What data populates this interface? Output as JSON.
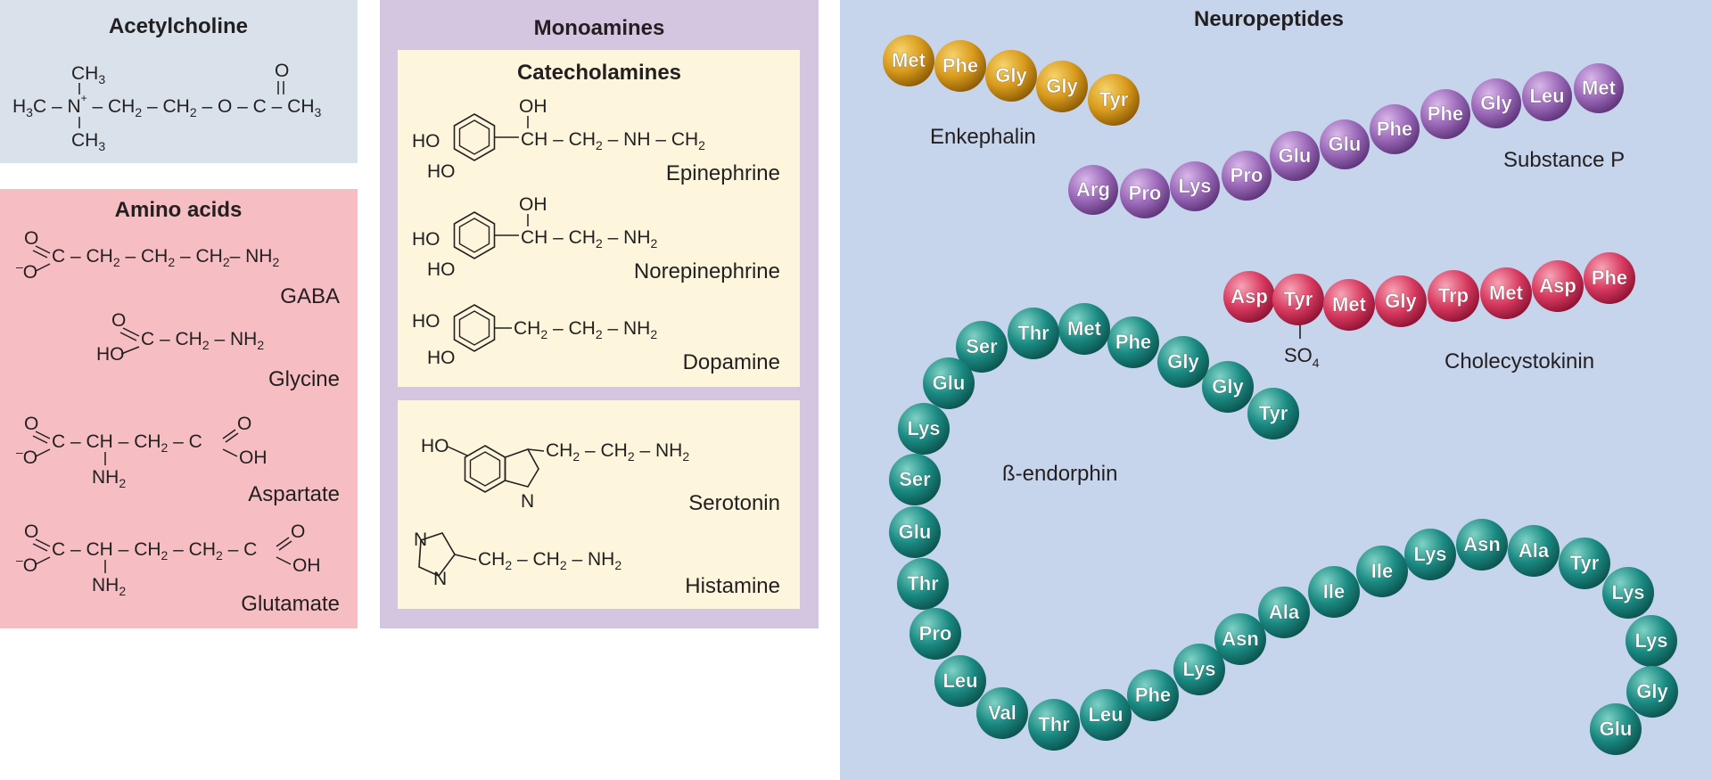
{
  "acetylcholine": {
    "title": "Acetylcholine",
    "formula_top": "CH3",
    "formula_main": "H3C–N+–CH2–CH2–O–C–CH3",
    "formula_bottom": "CH3",
    "carbonyl": "O"
  },
  "amino_acids": {
    "title": "Amino acids",
    "items": [
      {
        "name": "GABA",
        "formula": "–O–C(=O)–CH2–CH2–CH2–NH2"
      },
      {
        "name": "Glycine",
        "formula": "HO–C(=O)–CH2–NH2"
      },
      {
        "name": "Aspartate",
        "formula": "–O–C(=O)–CH(NH2)–CH2–C(=O)–OH"
      },
      {
        "name": "Glutamate",
        "formula": "–O–C(=O)–CH(NH2)–CH2–CH2–C(=O)–OH"
      }
    ]
  },
  "monoamines": {
    "title": "Monoamines",
    "catecholamines": {
      "title": "Catecholamines",
      "items": [
        {
          "name": "Epinephrine",
          "chain": "CH – CH2 – NH – CH2",
          "oh": "OH"
        },
        {
          "name": "Norepinephrine",
          "chain": "CH – CH2 – NH2",
          "oh": "OH"
        },
        {
          "name": "Dopamine",
          "chain": "CH2 – CH2 – NH2"
        }
      ],
      "ring_groups": [
        "HO",
        "HO"
      ]
    },
    "indolamines": {
      "items": [
        {
          "name": "Serotonin",
          "chain": "CH2 – CH2 – NH2",
          "group": "HO",
          "n": "N"
        },
        {
          "name": "Histamine",
          "chain": "CH2 – CH2 – NH2",
          "n": "N"
        }
      ]
    }
  },
  "neuropeptides": {
    "title": "Neuropeptides",
    "colors": {
      "enkephalin": "#d89a1c",
      "substance_p": "#9a68b8",
      "cholecystokinin": "#d83a60",
      "endorphin": "#1a8a82"
    },
    "enkephalin": {
      "name": "Enkephalin",
      "residues": [
        "Met",
        "Phe",
        "Gly",
        "Gly",
        "Tyr"
      ]
    },
    "substance_p": {
      "name": "Substance P",
      "residues": [
        "Arg",
        "Pro",
        "Lys",
        "Pro",
        "Glu",
        "Glu",
        "Phe",
        "Phe",
        "Gly",
        "Leu",
        "Met"
      ]
    },
    "cholecystokinin": {
      "name": "Cholecystokinin",
      "residues": [
        "Asp",
        "Tyr",
        "Met",
        "Gly",
        "Trp",
        "Met",
        "Asp",
        "Phe"
      ],
      "modification": "SO4"
    },
    "endorphin": {
      "name": "ß-endorphin",
      "residues": [
        "Tyr",
        "Gly",
        "Gly",
        "Phe",
        "Met",
        "Thr",
        "Ser",
        "Glu",
        "Lys",
        "Ser",
        "Glu",
        "Thr",
        "Pro",
        "Leu",
        "Val",
        "Thr",
        "Leu",
        "Phe",
        "Lys",
        "Asn",
        "Ala",
        "Ile",
        "Ile",
        "Lys",
        "Asn",
        "Ala",
        "Tyr",
        "Lys",
        "Lys",
        "Gly",
        "Glu"
      ]
    }
  }
}
